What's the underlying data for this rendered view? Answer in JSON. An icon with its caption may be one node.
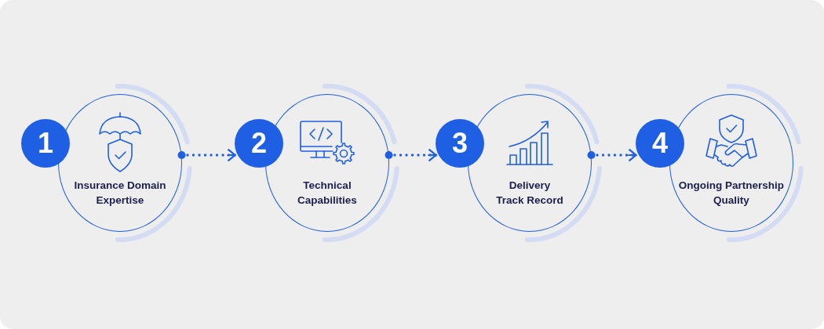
{
  "diagram": {
    "nodes": [
      {
        "text": [
          "1"
        ]
      },
      {
        "text": [
          "Insurance Domain Expertise"
        ]
      },
      {
        "text": [
          "2"
        ]
      },
      {
        "text": [
          "Technical Capabilities"
        ]
      },
      {
        "text": [
          "3"
        ]
      },
      {
        "text": [
          "Delivery Track Record"
        ]
      },
      {
        "text": [
          "4"
        ]
      },
      {
        "text": [
          "Ongoing Partnership Quality"
        ]
      }
    ],
    "edges": [
      {
        "from": 1,
        "to": 2,
        "arrow": "to",
        "style": "dashed"
      },
      {
        "from": 3,
        "to": 4,
        "arrow": "to",
        "style": "dashed"
      },
      {
        "from": 5,
        "to": 6,
        "arrow": "to",
        "style": "dashed"
      }
    ]
  }
}
